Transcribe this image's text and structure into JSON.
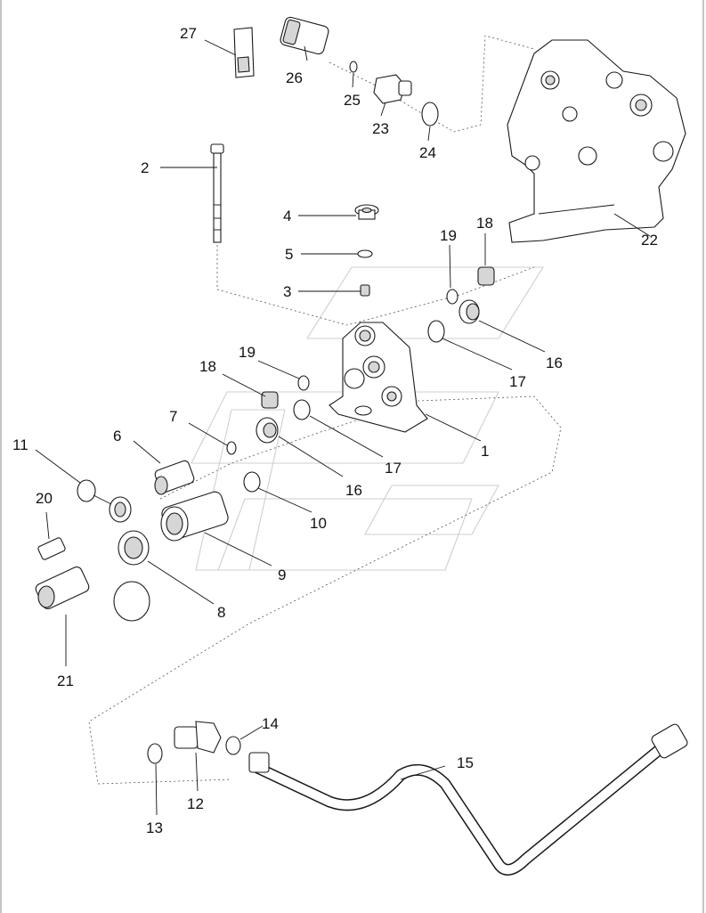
{
  "callouts": {
    "c1": "1",
    "c2": "2",
    "c3": "3",
    "c4": "4",
    "c5": "5",
    "c6": "6",
    "c7": "7",
    "c8": "8",
    "c9": "9",
    "c10": "10",
    "c11": "11",
    "c12": "12",
    "c13": "13",
    "c14": "14",
    "c15": "15",
    "c16a": "16",
    "c16b": "16",
    "c17a": "17",
    "c17b": "17",
    "c18a": "18",
    "c18b": "18",
    "c19a": "19",
    "c19b": "19",
    "c20": "20",
    "c21": "21",
    "c22": "22",
    "c23": "23",
    "c24": "24",
    "c25": "25",
    "c26": "26",
    "c27": "27"
  }
}
